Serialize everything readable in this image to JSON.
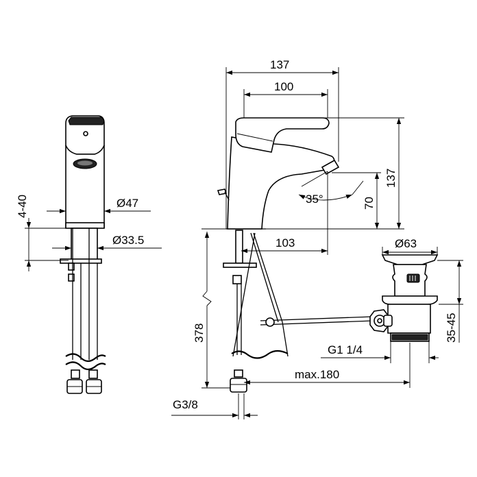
{
  "dimensions": {
    "width_overall": "137",
    "width_inner": "100",
    "height_overall": "137",
    "height_spout": "70",
    "spout_angle": "35°",
    "spout_reach": "103",
    "diameter_base": "Ø47",
    "diameter_shank": "Ø33.5",
    "deck_thickness": "4-40",
    "pipe_length": "378",
    "waste_diameter": "Ø63",
    "waste_adjust": "35-45",
    "waste_thread": "G1 1/4",
    "rod_length": "max.180",
    "inlet_thread": "G3/8"
  }
}
